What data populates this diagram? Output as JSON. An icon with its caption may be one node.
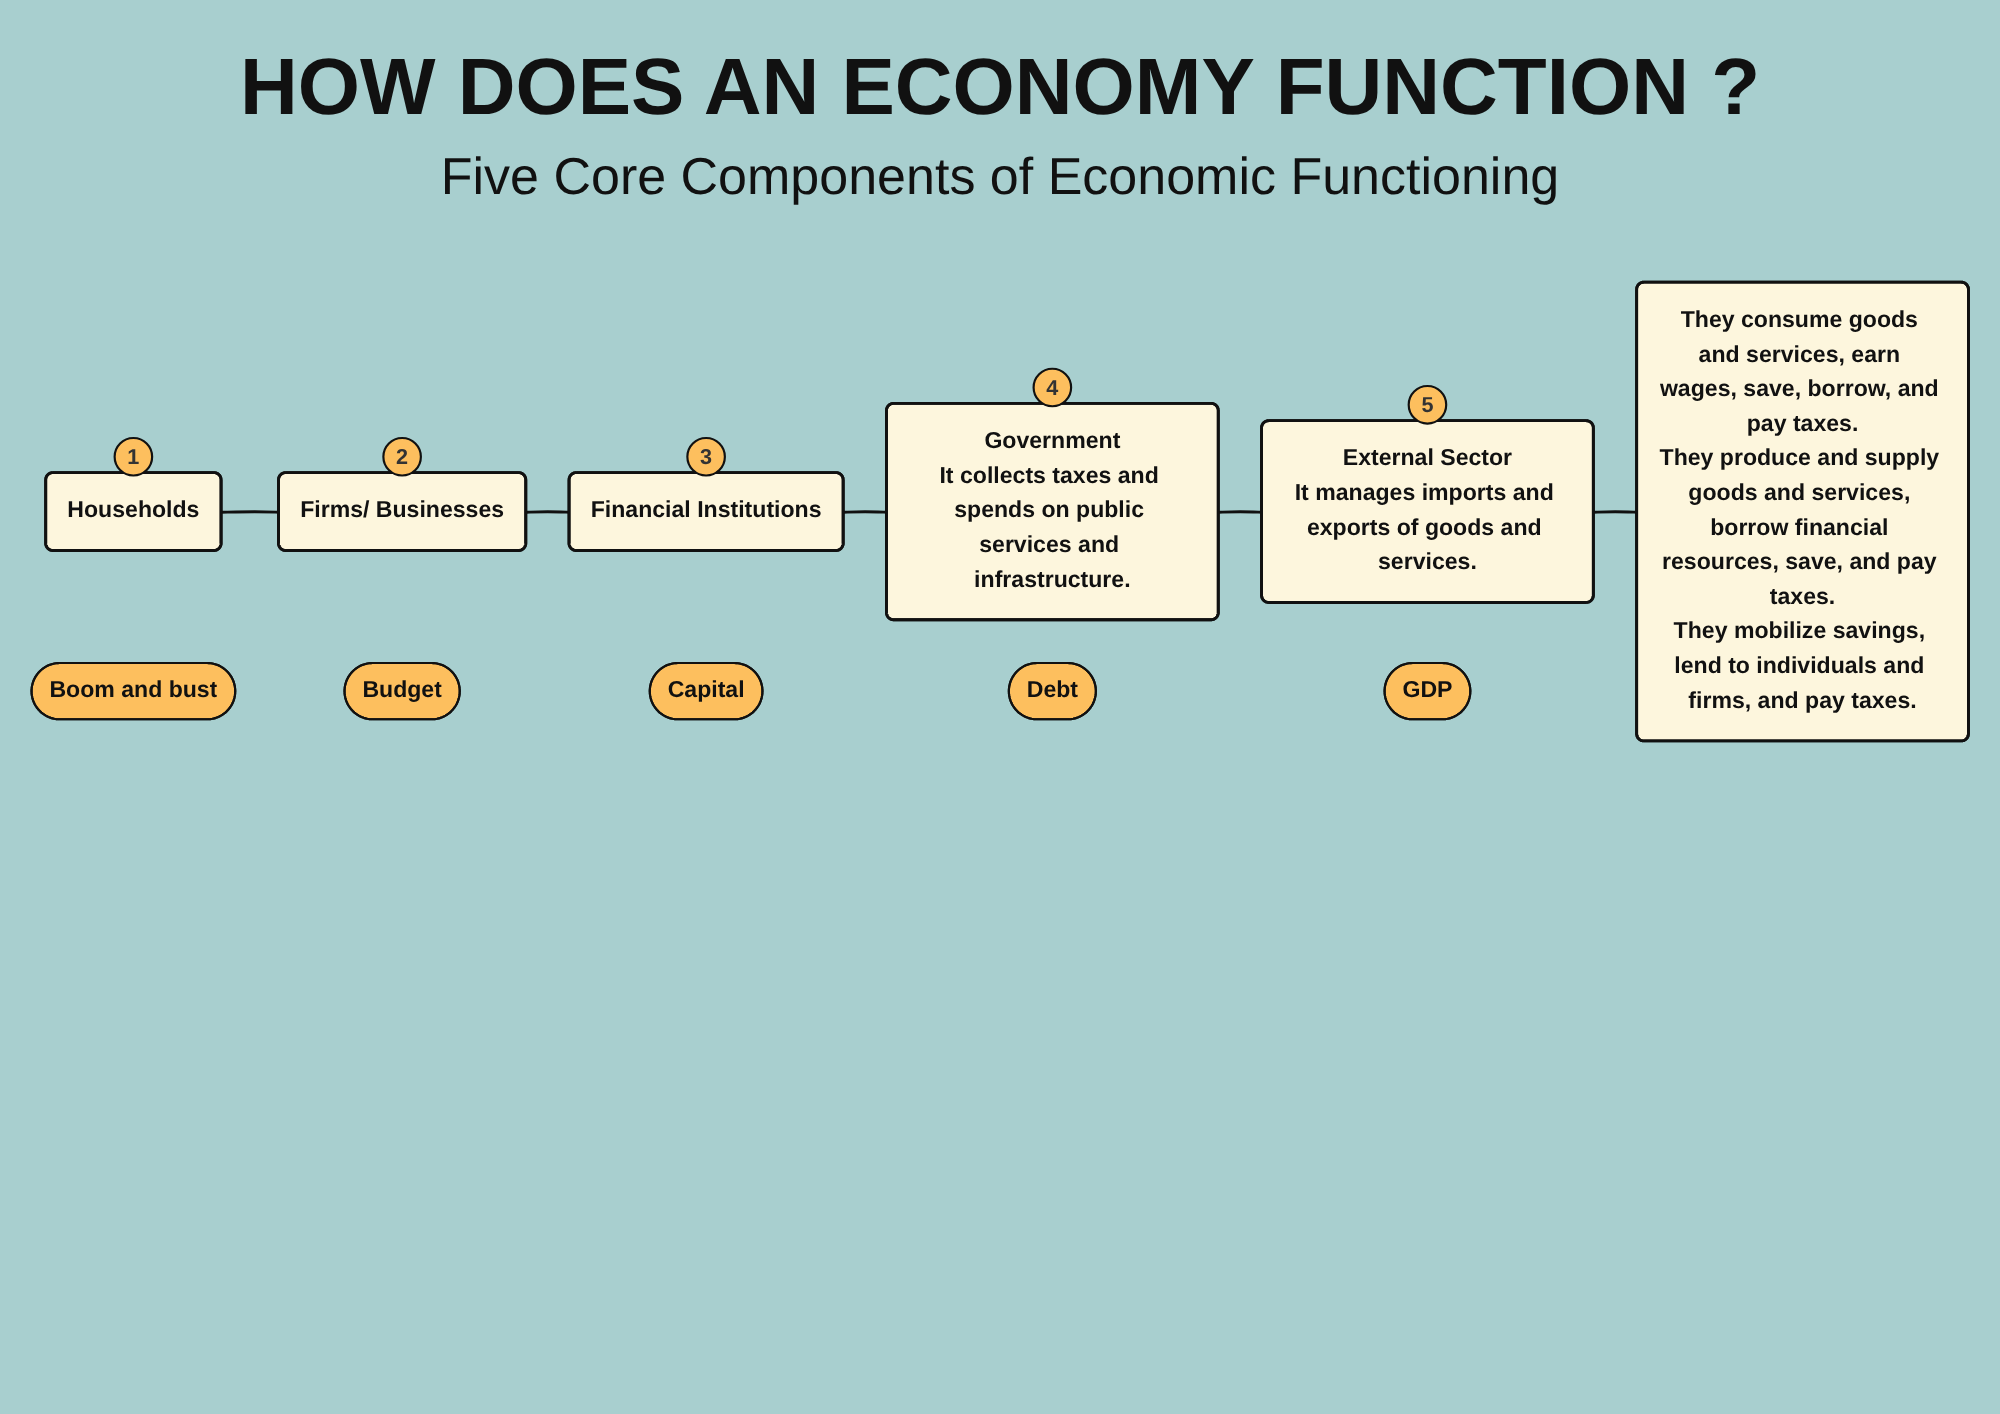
{
  "diagram": {
    "title": "HOW DOES AN ECONOMY FUNCTION ?",
    "nodes": [
      {
        "text": [
          "Households"
        ],
        "beside": [
          "1"
        ]
      },
      {
        "text": [
          "Firms/ Businesses"
        ],
        "beside": [
          "2"
        ]
      },
      {
        "text": [
          "Financial Institutions"
        ],
        "beside": [
          "3"
        ]
      },
      {
        "text": [
          "Government",
          "It collects taxes and spends on public services and infrastructure."
        ],
        "beside": [
          "4"
        ]
      },
      {
        "text": [
          "External Sector",
          "It manages imports and exports of goods and services."
        ],
        "beside": [
          "5"
        ]
      },
      {
        "text": [
          "They consume goods and services, earn wages, save, borrow, and pay taxes.",
          "They produce and supply goods and services, borrow financial resources, save, and pay taxes.",
          "They mobilize savings, lend to individuals and firms, and pay taxes."
        ]
      },
      {
        "text": [
          "Boom and bust"
        ]
      },
      {
        "text": [
          "Budget"
        ]
      },
      {
        "text": [
          "Capital"
        ]
      },
      {
        "text": [
          "Debt"
        ]
      },
      {
        "text": [
          "GDP"
        ]
      }
    ],
    "edges": [
      {
        "from": 0,
        "to": 1,
        "arrow": "none"
      },
      {
        "from": 1,
        "to": 2,
        "arrow": "none"
      },
      {
        "from": 2,
        "to": 3,
        "arrow": "none"
      },
      {
        "from": 3,
        "to": 4,
        "arrow": "none"
      },
      {
        "from": 4,
        "to": 5,
        "arrow": "none"
      }
    ],
    "labels": [
      "Five Core Components of Economic Functioning"
    ]
  }
}
